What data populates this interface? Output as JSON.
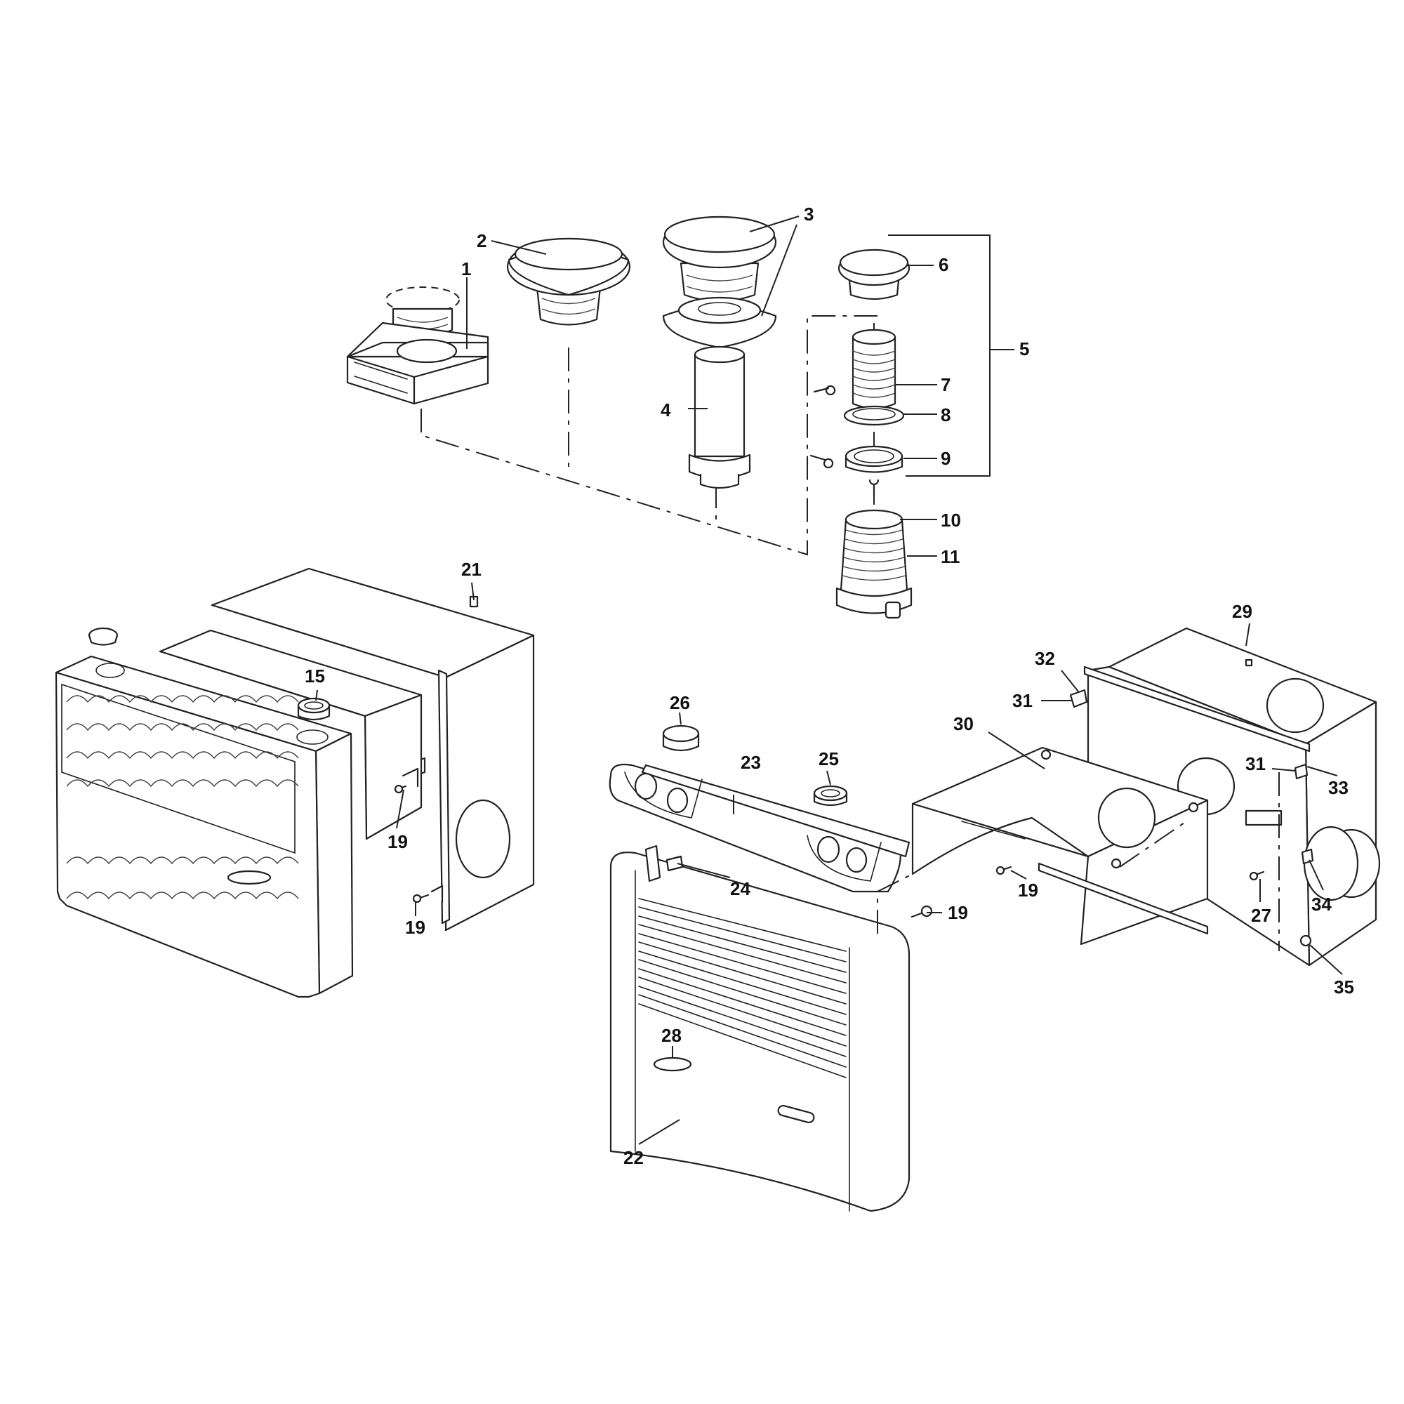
{
  "labels": {
    "p1": "1",
    "p2": "2",
    "p3": "3",
    "p4": "4",
    "p5": "5",
    "p6": "6",
    "p7": "7",
    "p8": "8",
    "p9": "9",
    "p10": "10",
    "p11": "11",
    "p15": "15",
    "p19a": "19",
    "p19b": "19",
    "p19c": "19",
    "p19d": "19",
    "p21": "21",
    "p22": "22",
    "p23": "23",
    "p24": "24",
    "p25": "25",
    "p26": "26",
    "p27": "27",
    "p28": "28",
    "p29": "29",
    "p30": "30",
    "p31a": "31",
    "p31b": "31",
    "p32": "32",
    "p33": "33",
    "p34": "34",
    "p35": "35"
  }
}
